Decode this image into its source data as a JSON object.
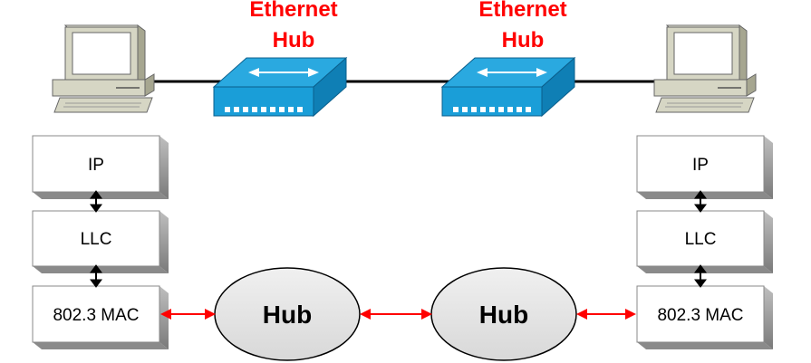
{
  "hubs_top": [
    {
      "line1": "Ethernet",
      "line2": "Hub"
    },
    {
      "line1": "Ethernet",
      "line2": "Hub"
    }
  ],
  "left_stack": [
    "IP",
    "LLC",
    "802.3 MAC"
  ],
  "right_stack": [
    "IP",
    "LLC",
    "802.3 MAC"
  ],
  "ellipses": [
    "Hub",
    "Hub"
  ],
  "colors": {
    "hub_title": "#ff0000",
    "link_arrow": "#ff0000",
    "hub_device": "#1a9ed8",
    "ellipse_fill": "#e6e6e6",
    "computer_body": "#d6d6c4"
  },
  "icons": [
    "computer-icon",
    "ethernet-hub-icon"
  ]
}
